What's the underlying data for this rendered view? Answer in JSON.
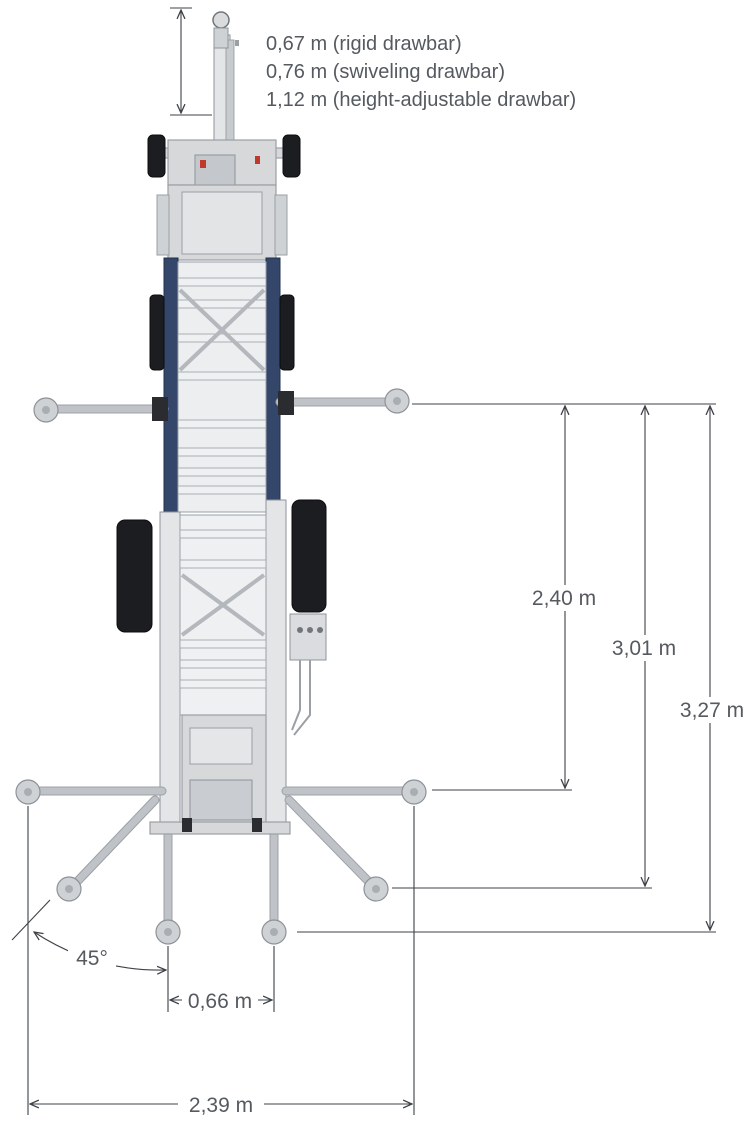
{
  "drawbar_lengths": [
    "0,67 m (rigid drawbar)",
    "0,76 m (swiveling drawbar)",
    "1,12 m (height-adjustable drawbar)"
  ],
  "dimensions": {
    "outrigger_span_inner": "2,40 m",
    "outrigger_span_middle": "3,01 m",
    "outrigger_span_total": "3,27 m",
    "angle": "45°",
    "rear_pad_spacing": "0,66 m",
    "total_width": "2,39 m"
  },
  "colors": {
    "frame": "#d6d8da",
    "mast_side": "#34466a",
    "tire": "#1c1d20",
    "dimension_line": "#3d4248",
    "text": "#555a60"
  }
}
